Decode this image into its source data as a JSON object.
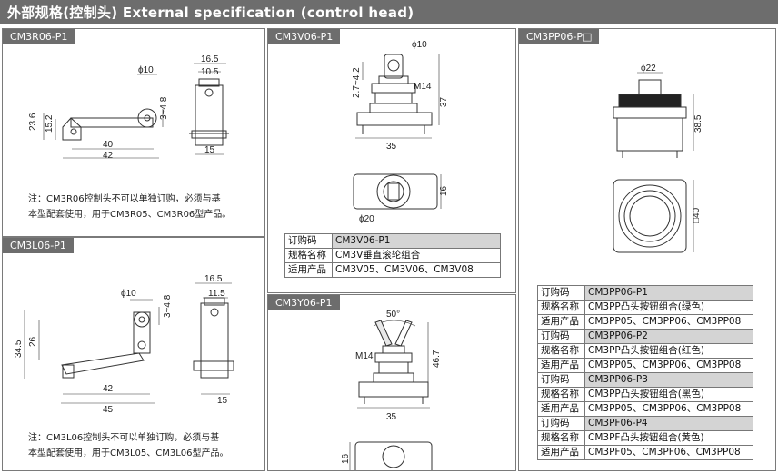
{
  "header": {
    "title": "外部规格(控制头) External specification (control head)"
  },
  "panels": {
    "p1": {
      "tag": "CM3R06-P1",
      "dims": {
        "d10": "ϕ10",
        "d34_8": "3~4.8",
        "d23_6": "23.6",
        "d15_2": "15.2",
        "d40": "40",
        "d42": "42",
        "d16_5": "16.5",
        "d10_5": "10.5",
        "d15": "15"
      },
      "note": [
        "注：CM3R06控制头不可以单独订购，必须与基",
        "本型配套使用，用于CM3R05、CM3R06型产品。"
      ]
    },
    "p2": {
      "tag": "CM3L06-P1",
      "dims": {
        "d10": "ϕ10",
        "d34_8": "3~4.8",
        "d34_5": "34.5",
        "d26": "26",
        "d42": "42",
        "d45": "45",
        "d16_5": "16.5",
        "d11_5": "11.5",
        "d15": "15"
      },
      "note": [
        "注：CM3L06控制头不可以单独订购，必须与基",
        "本型配套使用，用于CM3L05、CM3L06型产品。"
      ]
    },
    "p3": {
      "tag": "CM3V06-P1",
      "dims": {
        "d10": "ϕ10",
        "d27_42": "2.7~4.2",
        "m14": "M14",
        "d37": "37",
        "d35": "35",
        "d16": "16",
        "d20": "ϕ20"
      },
      "table": [
        [
          "订购码",
          "CM3V06-P1"
        ],
        [
          "规格名称",
          "CM3V垂直滚轮组合"
        ],
        [
          "适用产品",
          "CM3V05、CM3V06、CM3V08"
        ]
      ]
    },
    "p4": {
      "tag": "CM3Y06-P1",
      "dims": {
        "a50": "50°",
        "m14": "M14",
        "d46_7": "46.7",
        "d35": "35",
        "d16": "16"
      }
    },
    "p5": {
      "tag": "CM3PP06-P□",
      "dims": {
        "d22": "ϕ22",
        "d38_5": "38.5",
        "d40": "□40"
      },
      "table": [
        [
          "订购码",
          "CM3PP06-P1"
        ],
        [
          "规格名称",
          "CM3PP凸头按钮组合(绿色)"
        ],
        [
          "适用产品",
          "CM3PP05、CM3PP06、CM3PP08"
        ],
        [
          "订购码",
          "CM3PP06-P2"
        ],
        [
          "规格名称",
          "CM3PP凸头按钮组合(红色)"
        ],
        [
          "适用产品",
          "CM3PP05、CM3PP06、CM3PP08"
        ],
        [
          "订购码",
          "CM3PP06-P3"
        ],
        [
          "规格名称",
          "CM3PP凸头按钮组合(黑色)"
        ],
        [
          "适用产品",
          "CM3PP05、CM3PP06、CM3PP08"
        ],
        [
          "订购码",
          "CM3PF06-P4"
        ],
        [
          "规格名称",
          "CM3PF凸头按钮组合(黄色)"
        ],
        [
          "适用产品",
          "CM3PF05、CM3PF06、CM3PP08"
        ]
      ]
    }
  }
}
